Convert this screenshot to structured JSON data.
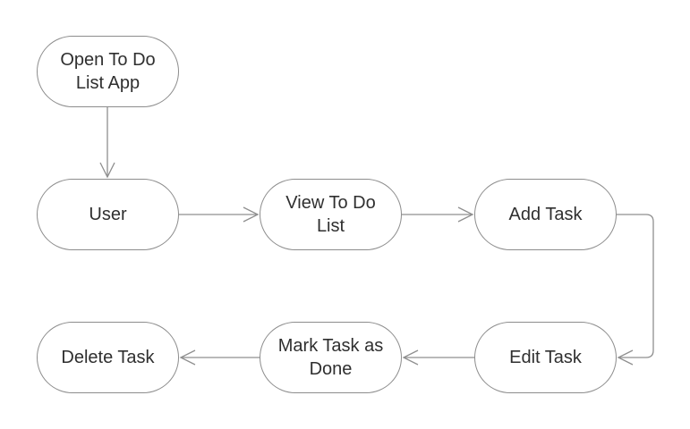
{
  "diagram": {
    "nodes": {
      "open_app": {
        "label": "Open To Do List App"
      },
      "user": {
        "label": "User"
      },
      "view_list": {
        "label": "View To Do List"
      },
      "add_task": {
        "label": "Add Task"
      },
      "edit_task": {
        "label": "Edit Task"
      },
      "mark_done": {
        "label": "Mark Task as Done"
      },
      "delete_task": {
        "label": "Delete Task"
      }
    },
    "edges": [
      {
        "from": "open_app",
        "to": "user"
      },
      {
        "from": "user",
        "to": "view_list"
      },
      {
        "from": "view_list",
        "to": "add_task"
      },
      {
        "from": "add_task",
        "to": "edit_task"
      },
      {
        "from": "edit_task",
        "to": "mark_done"
      },
      {
        "from": "mark_done",
        "to": "delete_task"
      }
    ],
    "colors": {
      "node_border": "#8c8c8c",
      "connector": "#8f8f8f",
      "text": "#2f2f2f",
      "background": "#ffffff"
    }
  }
}
